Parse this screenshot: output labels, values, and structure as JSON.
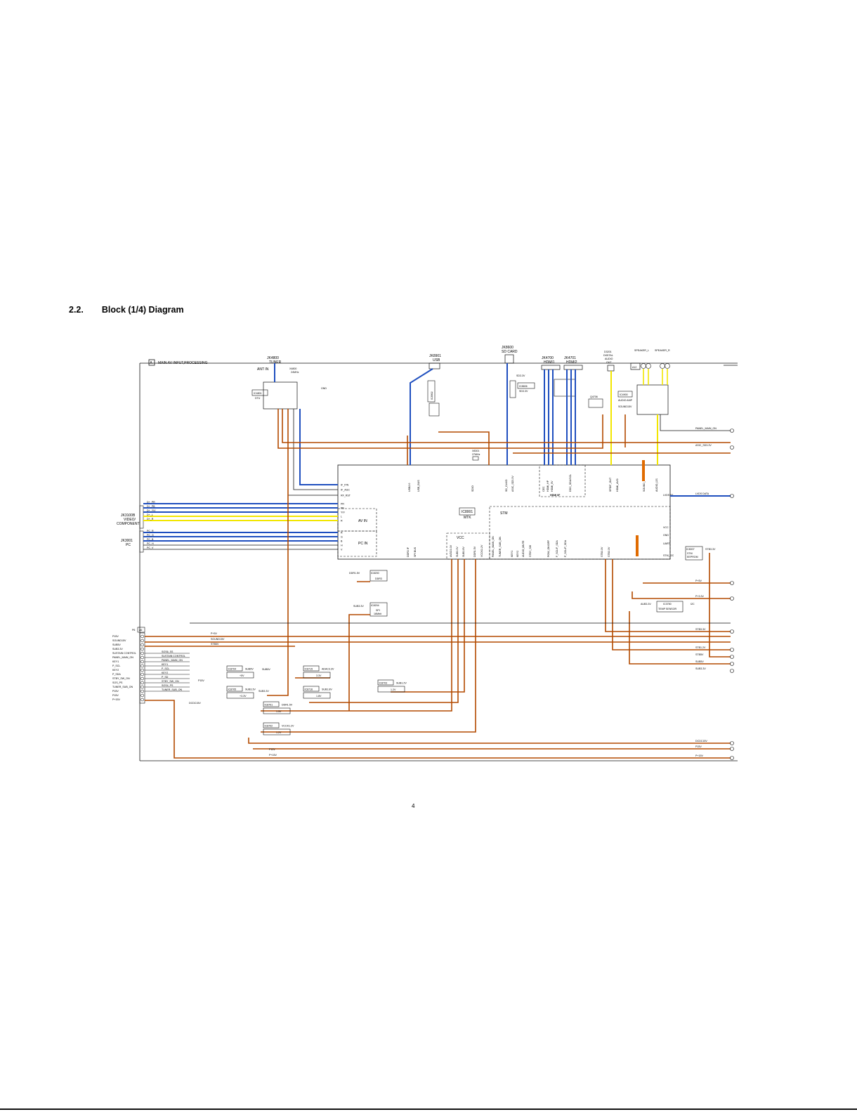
{
  "section": {
    "number": "2.2.",
    "title": "Block (1/4) Diagram"
  },
  "page_number": "4",
  "colors": {
    "power": "#b34a00",
    "video_blue": "#1f4fbf",
    "hdmi_yellow": "#f2e600",
    "line": "#111111",
    "highlight_orange": "#e06b00"
  },
  "diagram": {
    "board_marker": "A",
    "board_title": "MAIN AV INPUT,PROCESSING",
    "tuner": {
      "jack": "JK4800",
      "jack_name": "TUNER",
      "ant": "ANT IN",
      "xtal": "X4800",
      "xtal_freq": "24MHz",
      "ic": "IC4801",
      "ic_name": "DTU",
      "gnd": "GND"
    },
    "usb": {
      "jack": "JK8901",
      "jack_name": "USB",
      "ic": "IC8902"
    },
    "sd": {
      "jack": "JK8600",
      "jack_name": "SD CARD",
      "sd_supply": "SD3.3V",
      "ic": "IC8606",
      "ic_val": "SD3.3V"
    },
    "hdmi1": {
      "jack": "JK4700",
      "jack_name": "HDMI1"
    },
    "hdmi2": {
      "jack": "JK4701",
      "jack_name": "HDMI2"
    },
    "optical": {
      "jack": "D3201",
      "line1": "DIGITAL",
      "line2": "AUDIO",
      "line3": "OUT"
    },
    "speaker_l": "SPEAKER_L",
    "speaker_r": "SPEAKER_R",
    "a12": "A12",
    "q4706": "Q4706",
    "audio_amp": {
      "ic": "IC4900",
      "name": "AUDIO AMP",
      "supply": "SOUND15V"
    },
    "xtal2": {
      "ref": "X8301",
      "freq": "27MHz"
    },
    "main_ic": {
      "ref": "IC8001",
      "name": "MTK"
    },
    "stm": "STM",
    "vcc": "VCC",
    "hdmi_if": "HDMI I/F",
    "av_in": "AV IN",
    "pc_in": "PC IN",
    "jk3100": {
      "ref": "JK3100B",
      "line1": "VIDEO/",
      "line2": "COMPONENT"
    },
    "jk3001": {
      "ref": "JK3001",
      "line1": "PC"
    },
    "av_signals": [
      "D+_PR",
      "D+_PB",
      "D+_Y/V",
      "D+_L",
      "D+_R"
    ],
    "pc_signals": [
      "PC_R",
      "PC_G",
      "PC_B",
      "PC_H",
      "PC_V"
    ],
    "main_in_pins": [
      "IF_P/N",
      "IF_AGC",
      "RF_RST"
    ],
    "av_in_pins": [
      "PR",
      "PB",
      "Y/V",
      "L",
      "R"
    ],
    "pc_in_pins": [
      "R",
      "G",
      "B",
      "H",
      "V"
    ],
    "top_pins": [
      "USB2.0",
      "USB_BUS",
      "SDIO",
      "SD_CLK/D",
      "ASIC_SD3.3V",
      "CEC",
      "HDMI_HP",
      "HDMI_5V",
      "DDC_SDA/SCL",
      "SPDIF_OUT",
      "HDMI_AVO",
      "AUDIO_I2S",
      "SOUND_SCL/SDA"
    ],
    "bottom_pins": [
      "DDR3 IF",
      "SPI BUS",
      "AVDD3.3V",
      "SUB3.3V",
      "SUB1.8V",
      "DDR1.5V",
      "VCCK1.2V",
      "PANEL_MAIN_ON",
      "TUNER_SUB_ON",
      "KEY1",
      "KEY2",
      "AUDIO_MUTE",
      "STBY_SW",
      "POW_ON/OFF",
      "F_SCL/F_SDA",
      "P_SCL/P_SDA",
      "STB3.3V",
      "STB3.3V"
    ],
    "right_pins": [
      "VCC",
      "GND",
      "UART",
      "STM_I2C",
      "LVDS I/F"
    ],
    "ddr": {
      "ref": "IC8200",
      "name": "DDR3",
      "supply": "DDR1.5V"
    },
    "spi": {
      "ref": "IC8204",
      "name": "SPI",
      "sub": "16Mbit",
      "supply": "SUB3.3V"
    },
    "eeprom": {
      "ref": "IC8007",
      "name": "STM",
      "sub": "EEPROM",
      "supply": "STB3.3V"
    },
    "temp": {
      "ref": "IC3750",
      "name": "TEMP SENSOR",
      "supply": "AUB3.3V",
      "i2c": "I2C"
    },
    "p_con": {
      "ref": "P6",
      "marker": "A6"
    },
    "p_pins": [
      "P15V",
      "SOUND15V",
      "SUB5V",
      "SUB3.3V",
      "SUSTAIN CONTROL",
      "PANEL_MAIN_ON",
      "KEY1",
      "P_SCL",
      "KEY2",
      "P_SDA",
      "STBY_SW_ON",
      "SOS_PS",
      "TUNER_SUB_ON",
      "P15V",
      "P15V",
      "P+15V"
    ],
    "p_signals": [
      "SOS6_SS",
      "SUSTAIN CONTROL",
      "PANEL_MAIN_ON",
      "KEY1",
      "P_SCL",
      "KEY2",
      "P_SD",
      "STBY_SW_ON",
      "SOS4_PS",
      "TUNER_SUB_ON"
    ],
    "regulators": [
      {
        "ref": "IC8704",
        "out": "SUB5V",
        "val": "+5V"
      },
      {
        "ref": "IC8705",
        "out": "SUB3.3V",
        "val": "+3.3V"
      },
      {
        "ref": "IC8715",
        "out": "ADAC3.3V",
        "val": "3.3V"
      },
      {
        "ref": "IC8716",
        "out": "SUB1.8V",
        "val": "1.8V"
      },
      {
        "ref": "IC8703",
        "out": "SUB1.2V",
        "val": "1.2V"
      },
      {
        "ref": "IC8701",
        "out": "DDR1.5V",
        "val": "1.5V"
      },
      {
        "ref": "IC8702",
        "out": "VCCK1.2V",
        "val": "1.2V"
      }
    ],
    "right_outputs": [
      "PANEL_MAIN_ON",
      "ASIC_SD3.3V",
      "LVDS DATA",
      "P+5V",
      "P+3.3V",
      "STB3.3V",
      "STB1.2V",
      "STB5V",
      "SUB5V",
      "SUB3.3V",
      "DCDC15V",
      "P15V",
      "P+15V"
    ],
    "labels_misc": {
      "p15v": "P15V",
      "dcdc15v": "DCDC15V",
      "p15v_b": "P15V",
      "p15v_c": "P+15V",
      "sub5v": "SUB5V",
      "sub33": "SUB3.3V",
      "p5v": "P+5V",
      "sound15v": "SOUND15V",
      "stb5v": "STB5V"
    }
  }
}
